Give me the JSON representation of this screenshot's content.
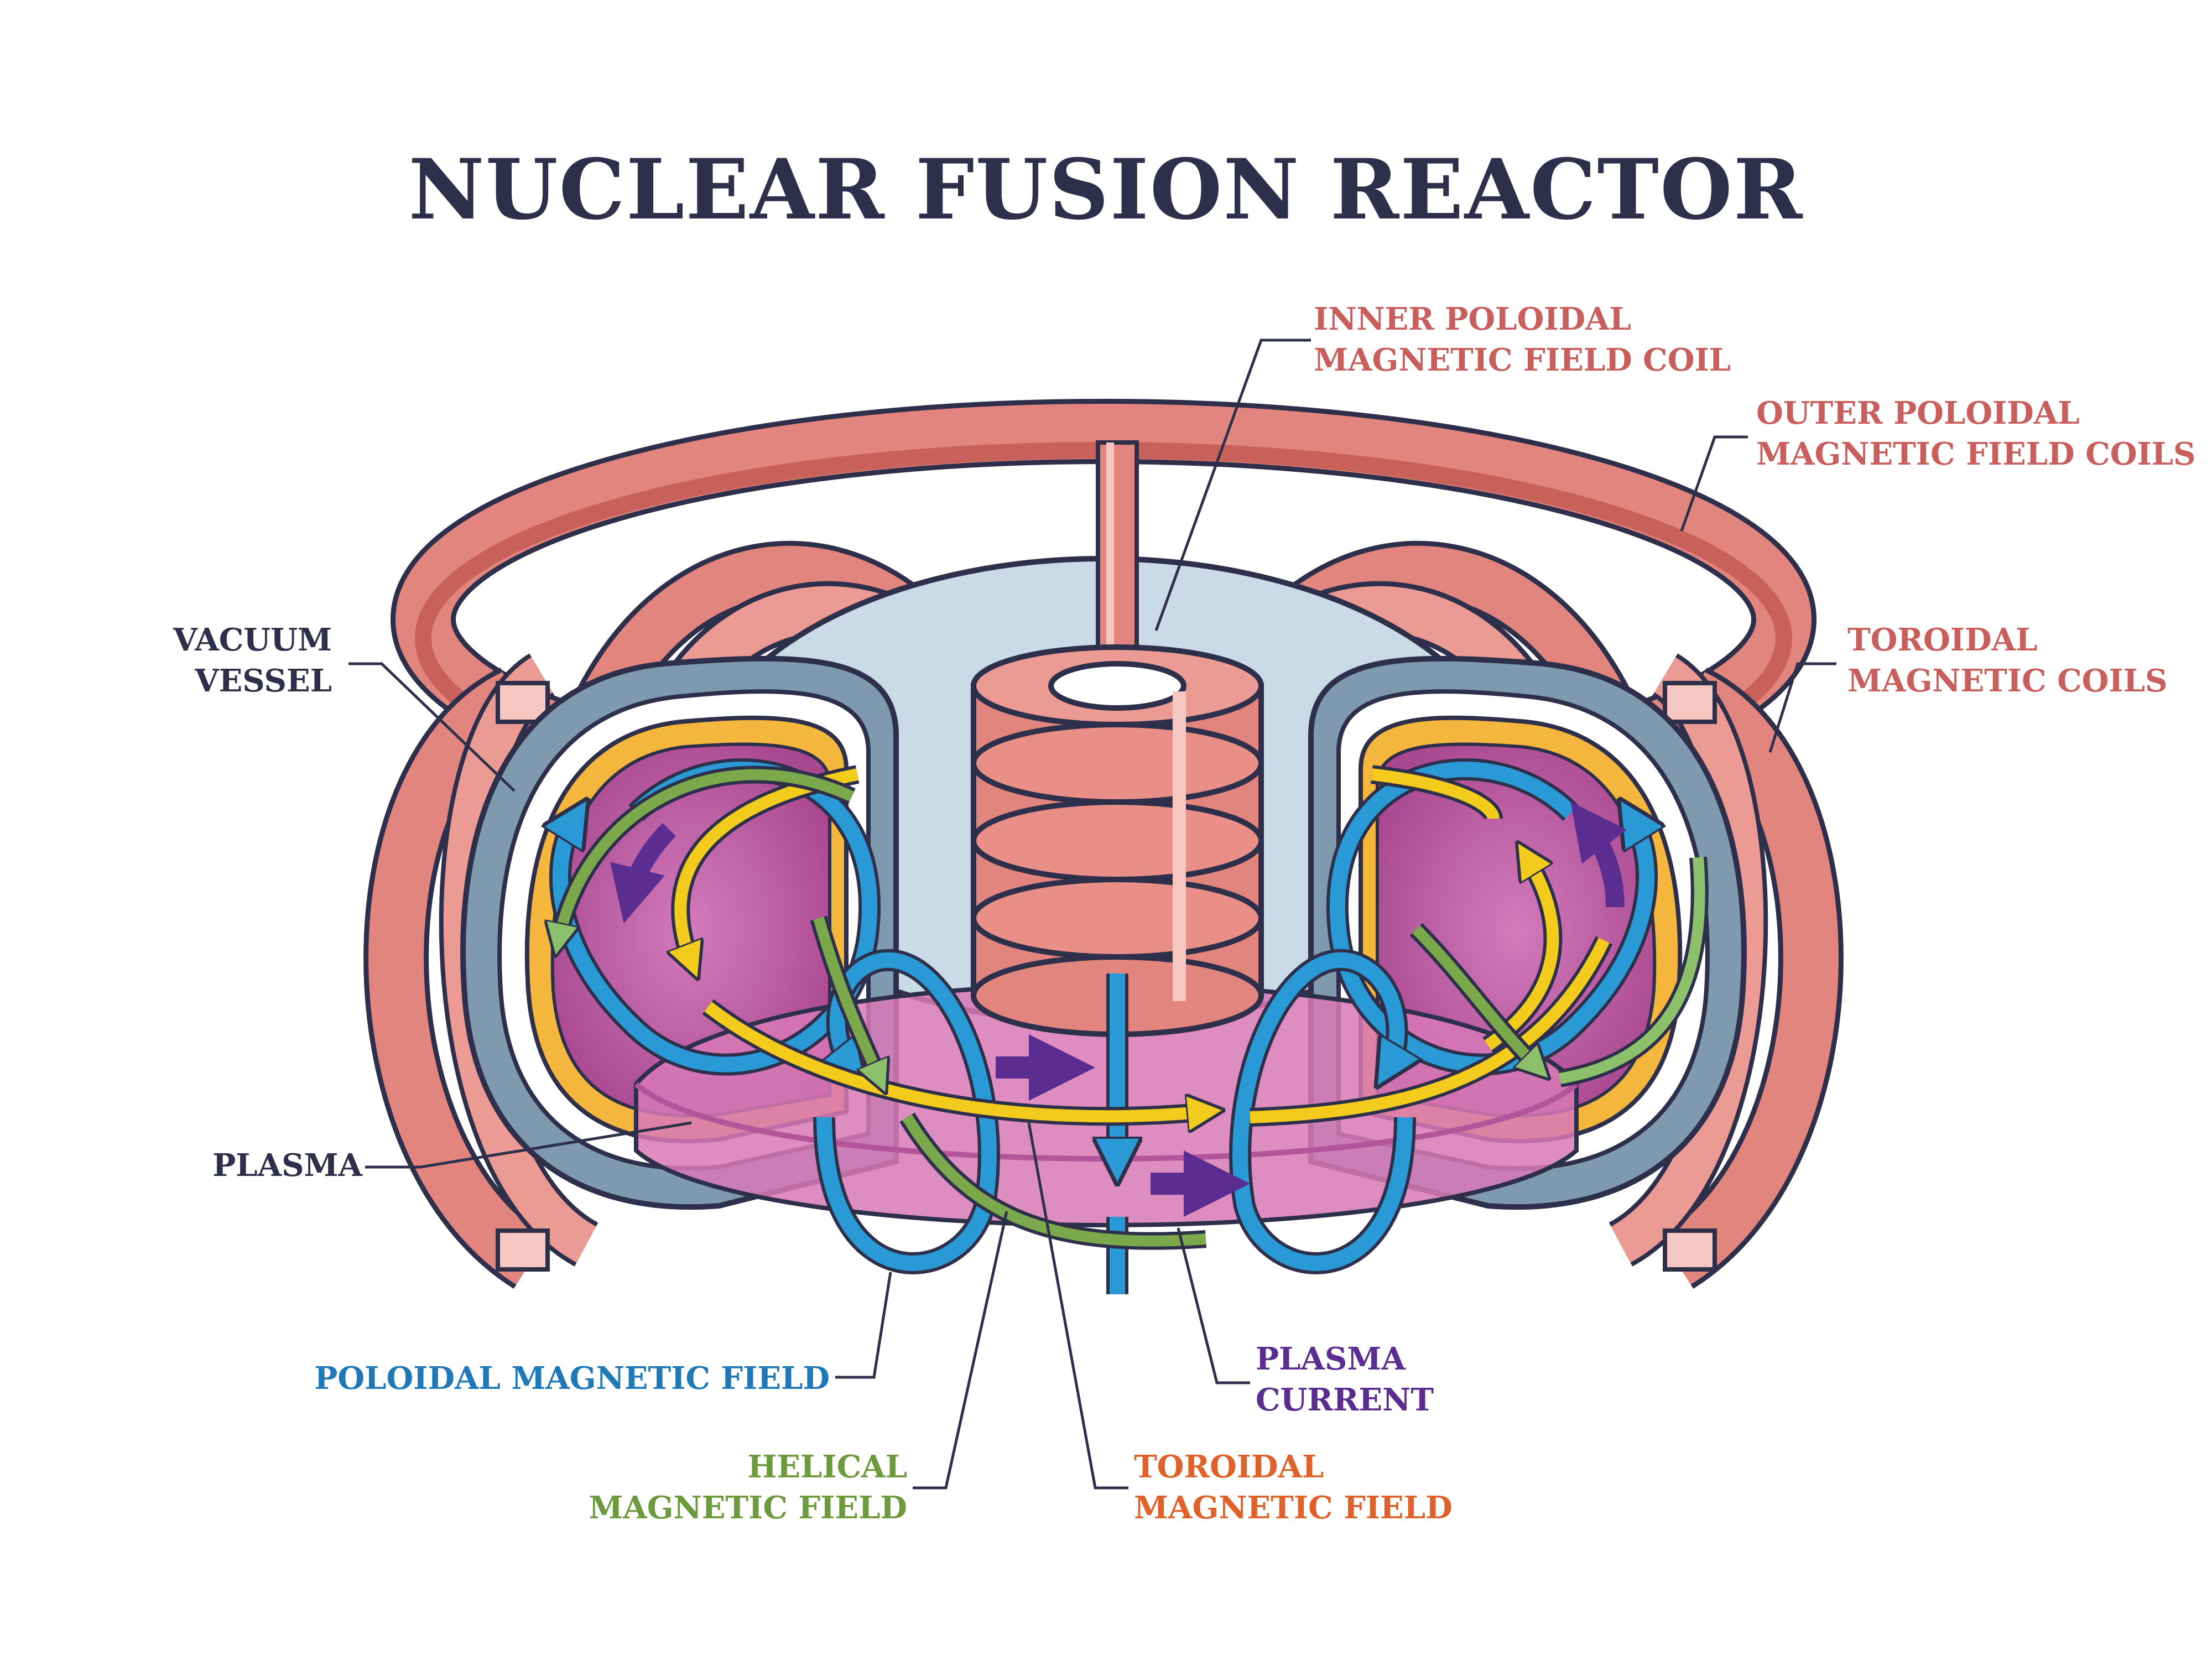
{
  "title": "NUCLEAR FUSION REACTOR",
  "labels": {
    "inner_poloidal": [
      "INNER POLOIDAL",
      "MAGNETIC FIELD COIL"
    ],
    "outer_poloidal": [
      "OUTER POLOIDAL",
      "MAGNETIC FIELD COILS"
    ],
    "toroidal_coils": [
      "TOROIDAL",
      "MAGNETIC COILS"
    ],
    "vacuum_vessel": [
      "VACUUM",
      "VESSEL"
    ],
    "plasma": [
      "PLASMA"
    ],
    "poloidal_field": [
      "POLOIDAL MAGNETIC FIELD"
    ],
    "plasma_current": [
      "PLASMA",
      "CURRENT"
    ],
    "helical_field": [
      "HELICAL",
      "MAGNETIC FIELD"
    ],
    "toroidal_field": [
      "TOROIDAL",
      "MAGNETIC FIELD"
    ]
  },
  "colors": {
    "coil": "#e2857f",
    "coil_dark": "#c9615b",
    "outline": "#2e2f4a",
    "vessel": "#7f9aae",
    "vessel_light": "#c9dbe6",
    "blanket": "#f4b63c",
    "plasma": "#b4559c",
    "plasma_band": "#d879b6",
    "poloidal_field": "#2a9ad6",
    "helical_field": "#7aa84a",
    "toroidal_field": "#f2cb1d",
    "plasma_current": "#5c2d91",
    "label_coil": "#c95f5c",
    "label_dark": "#2e2f4a",
    "label_blue": "#1f78b8",
    "label_green": "#6d9a3c",
    "label_orange": "#e0622b",
    "label_purple": "#5c2d91"
  }
}
